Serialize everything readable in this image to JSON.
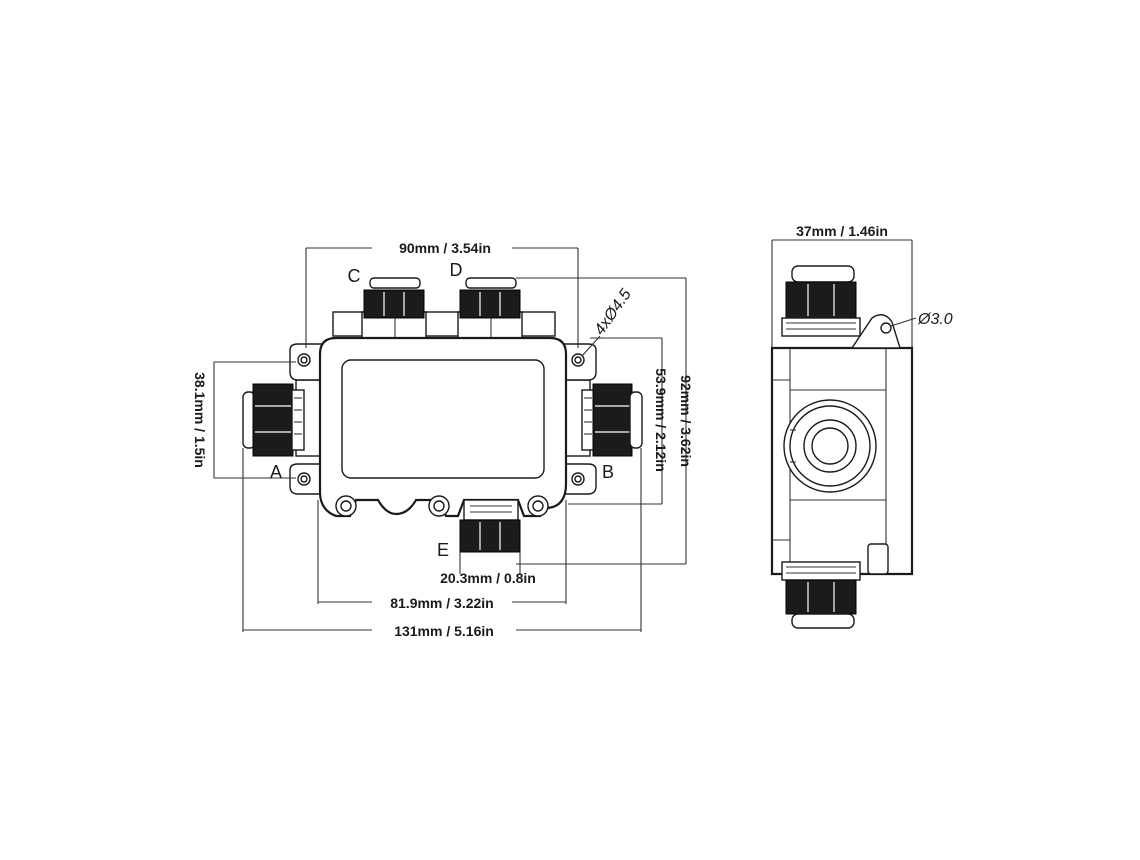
{
  "front_view": {
    "dimensions": {
      "top_width": "90mm / 3.54in",
      "left_height": "38.1mm / 1.5in",
      "inner_height": "53.9mm / 2.12in",
      "total_height": "92mm / 3.62in",
      "gland_width": "20.3mm / 0.8in",
      "body_width": "81.9mm / 3.22in",
      "total_width": "131mm / 5.16in",
      "mount_holes": "4xØ4.5"
    },
    "port_labels": {
      "a": "A",
      "b": "B",
      "c": "C",
      "d": "D",
      "e": "E"
    }
  },
  "side_view": {
    "dimensions": {
      "width": "37mm / 1.46in",
      "lock_hole": "Ø3.0"
    }
  }
}
